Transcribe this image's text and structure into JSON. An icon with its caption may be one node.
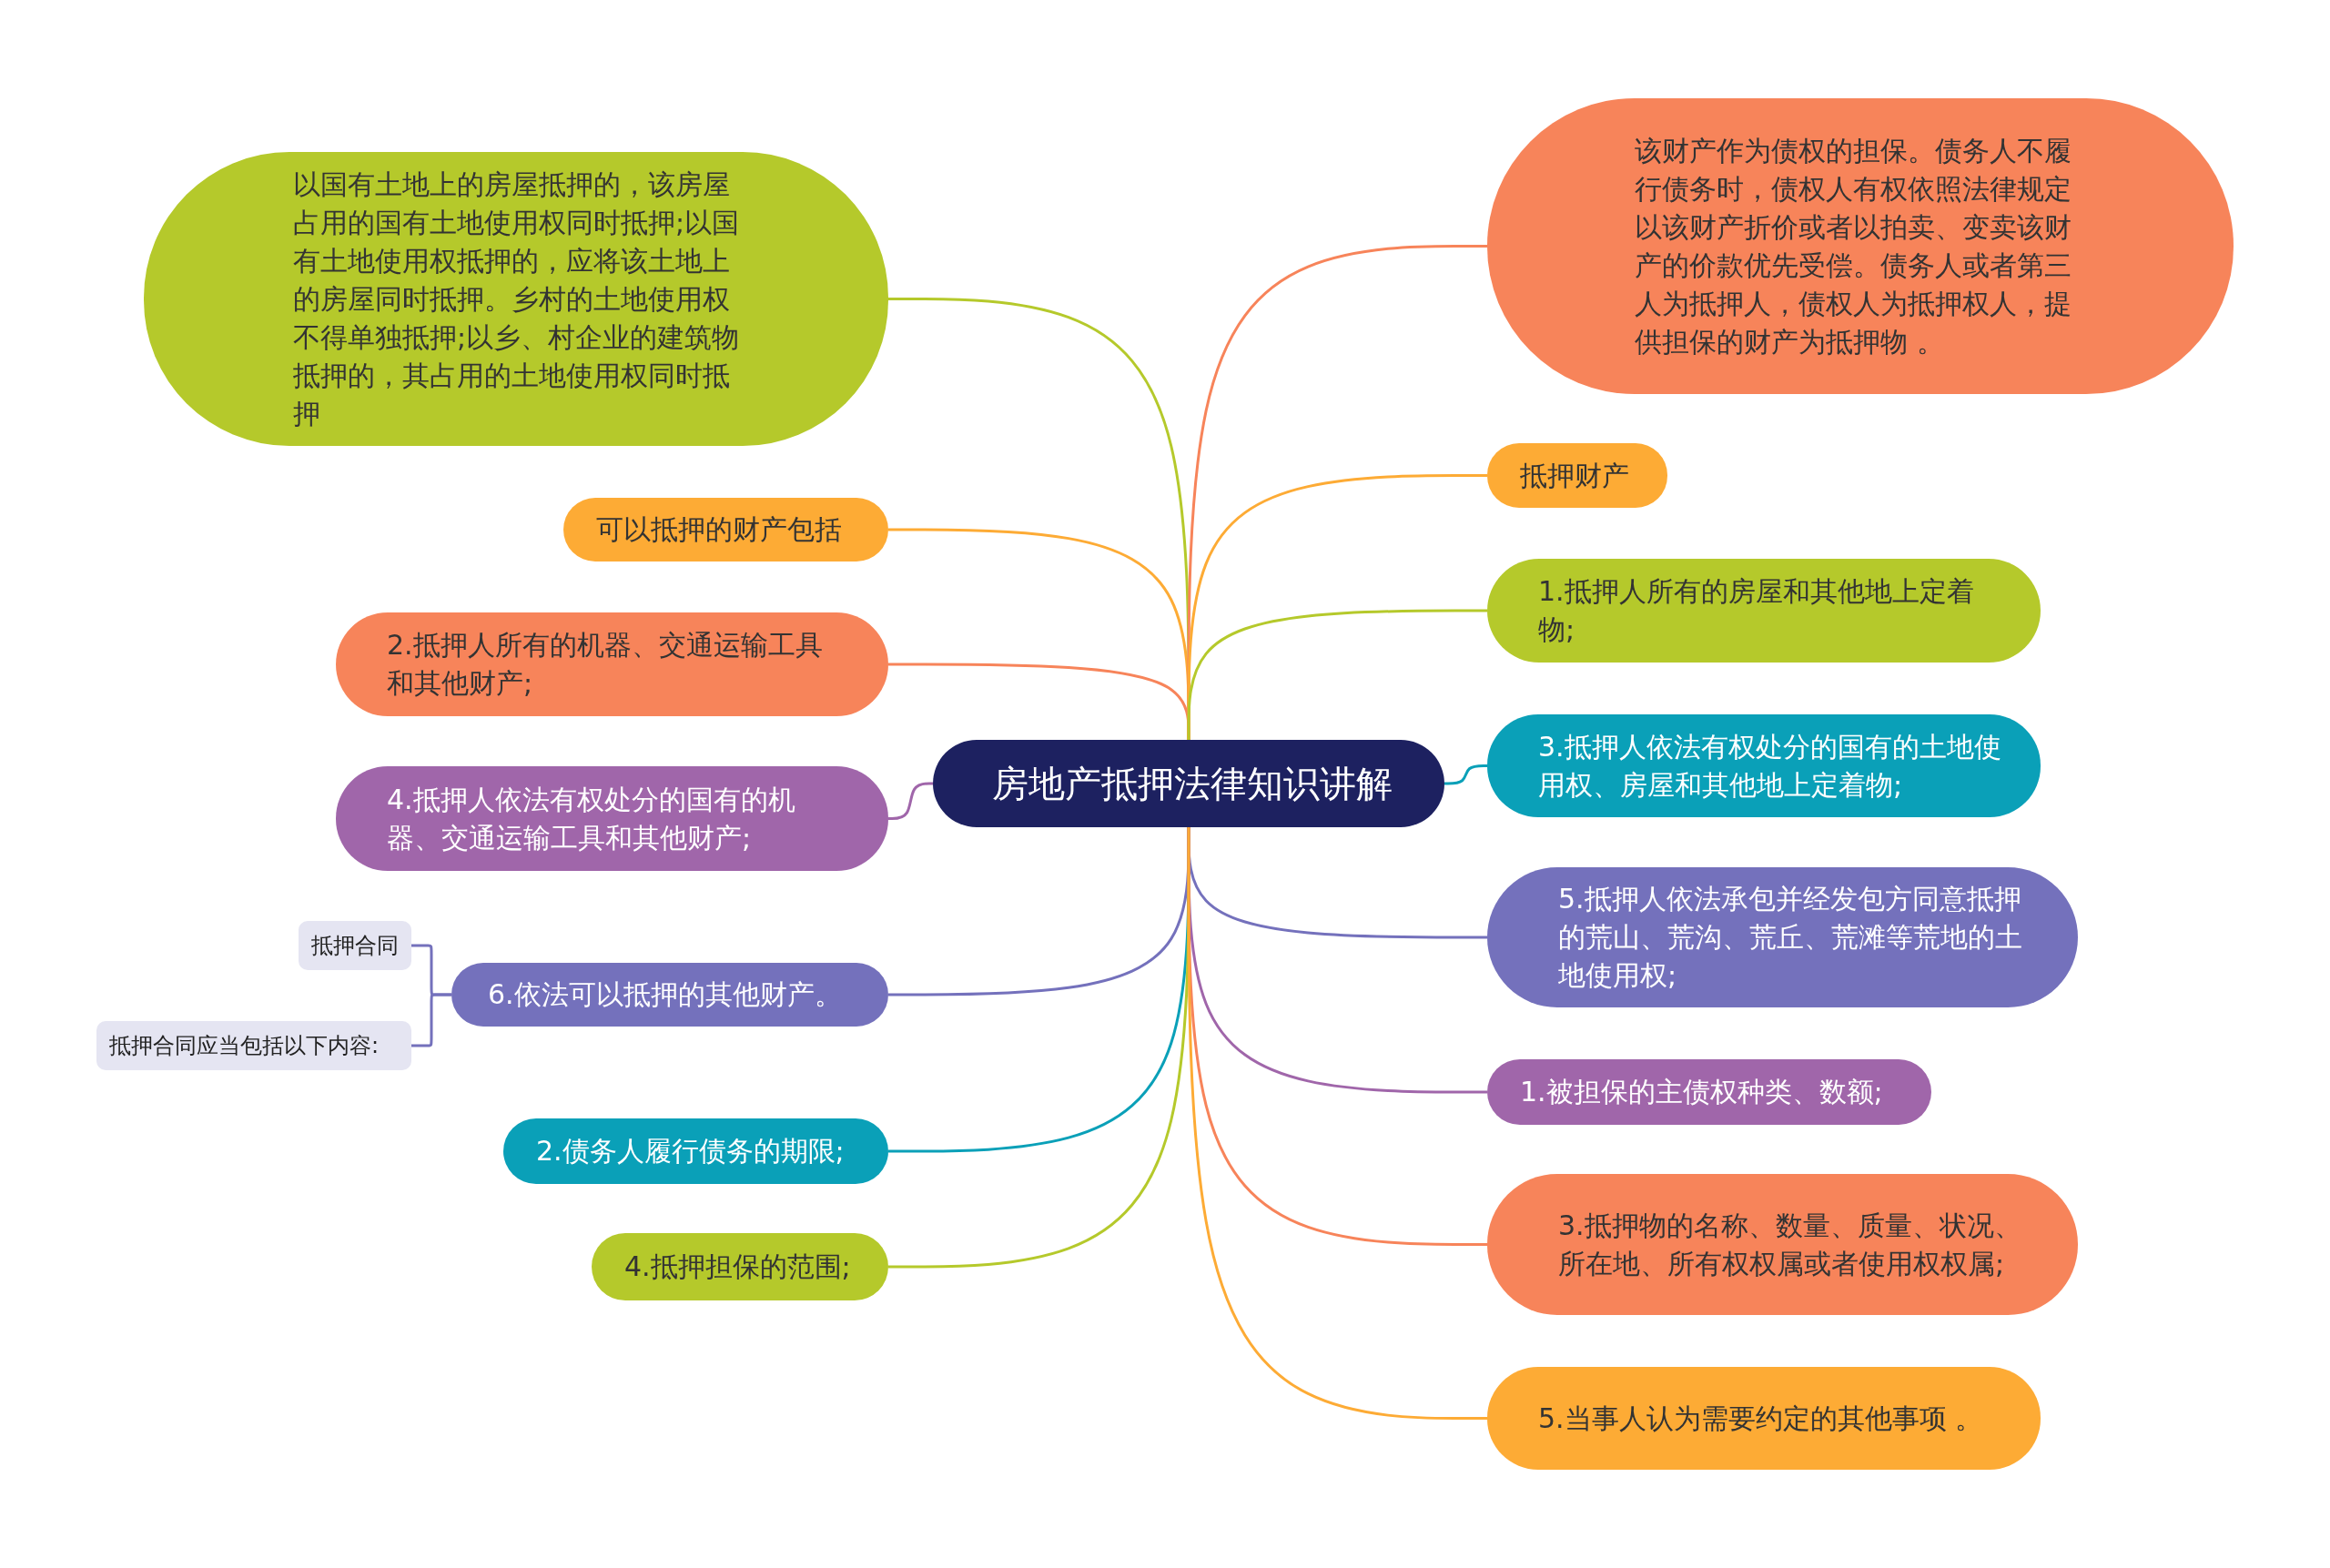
{
  "diagram": {
    "nodes": [
      {
        "text": [
          "房地产抵押法律知识讲解"
        ]
      },
      {
        "text": [
          "以国有土地上的房屋抵押的，该房屋占用的国有土地使用权同时抵押;以国有土地使用权抵押的，应将该土地上的房屋同时抵押。乡村的土地使用权不得单独抵押;以乡、村企业的建筑物抵押的，其占用的土地使用权同时抵押"
        ]
      },
      {
        "text": [
          "可以抵押的财产包括"
        ]
      },
      {
        "text": [
          "2.抵押人所有的机器、交通运输工具和其他财产;"
        ]
      },
      {
        "text": [
          "4.抵押人依法有权处分的国有的机器、交通运输工具和其他财产;"
        ]
      },
      {
        "text": [
          "抵押合同"
        ]
      },
      {
        "text": [
          "6.依法可以抵押的其他财产。"
        ]
      },
      {
        "text": [
          "抵押合同应当包括以下内容:"
        ]
      },
      {
        "text": [
          "2.债务人履行债务的期限;"
        ]
      },
      {
        "text": [
          "4.抵押担保的范围;"
        ]
      },
      {
        "text": [
          "该财产作为债权的担保。债务人不履行债务时，债权人有权依照法律规定以该财产折价或者以拍卖、变卖该财产的价款优先受偿。债务人或者第三人为抵押人，债权人为抵押权人，提供担保的财产为抵押物 。"
        ]
      },
      {
        "text": [
          "抵押财产"
        ]
      },
      {
        "text": [
          "1.抵押人所有的房屋和其他地上定着物;"
        ]
      },
      {
        "text": [
          "3.抵押人依法有权处分的国有的土地使用权、房屋和其他地上定着物;"
        ]
      },
      {
        "text": [
          "5.抵押人依法承包并经发包方同意抵押的荒山、荒沟、荒丘、荒滩等荒地的土地使用权;"
        ]
      },
      {
        "text": [
          "1.被担保的主债权种类、数额;"
        ]
      },
      {
        "text": [
          "3.抵押物的名称、数量、质量、状况、所在地、所有权权属或者使用权权属;"
        ]
      },
      {
        "text": [
          "5.当事人认为需要约定的其他事项 。"
        ]
      }
    ],
    "edges": [
      {
        "from": 0,
        "to": 1,
        "arrow": "none",
        "color": "#b5c92b"
      },
      {
        "from": 0,
        "to": 2,
        "arrow": "none",
        "color": "#fdab35"
      },
      {
        "from": 0,
        "to": 3,
        "arrow": "none",
        "color": "#f7845a"
      },
      {
        "from": 0,
        "to": 4,
        "arrow": "none",
        "color": "#a066aa"
      },
      {
        "from": 0,
        "to": 6,
        "arrow": "none",
        "color": "#7471bc"
      },
      {
        "from": 6,
        "to": 5,
        "arrow": "none",
        "color": "#7471bc"
      },
      {
        "from": 6,
        "to": 7,
        "arrow": "none",
        "color": "#7471bc"
      },
      {
        "from": 0,
        "to": 8,
        "arrow": "none",
        "color": "#0aa0b8"
      },
      {
        "from": 0,
        "to": 9,
        "arrow": "none",
        "color": "#b5c92b"
      },
      {
        "from": 0,
        "to": 10,
        "arrow": "none",
        "color": "#f7845a"
      },
      {
        "from": 0,
        "to": 11,
        "arrow": "none",
        "color": "#fdab35"
      },
      {
        "from": 0,
        "to": 12,
        "arrow": "none",
        "color": "#b5c92b"
      },
      {
        "from": 0,
        "to": 13,
        "arrow": "none",
        "color": "#0aa0b8"
      },
      {
        "from": 0,
        "to": 14,
        "arrow": "none",
        "color": "#7471bc"
      },
      {
        "from": 0,
        "to": 15,
        "arrow": "none",
        "color": "#a066aa"
      },
      {
        "from": 0,
        "to": 16,
        "arrow": "none",
        "color": "#f7845a"
      },
      {
        "from": 0,
        "to": 17,
        "arrow": "none",
        "color": "#fdab35"
      }
    ]
  }
}
